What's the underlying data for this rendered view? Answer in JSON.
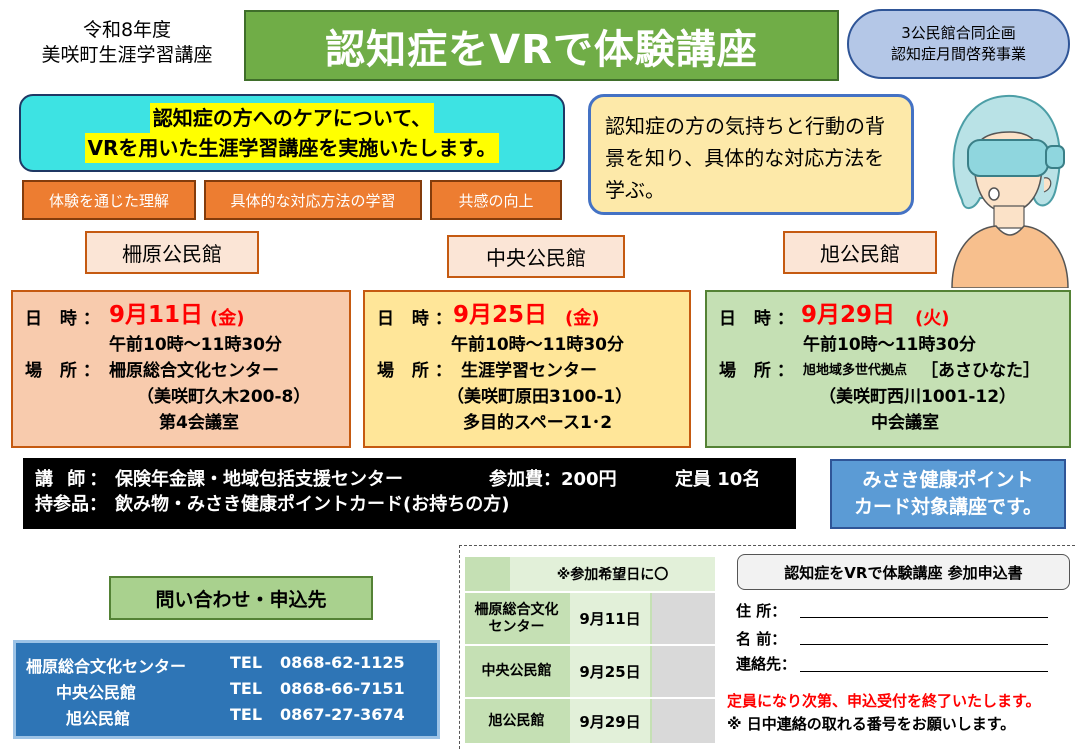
{
  "header": {
    "org_line1": "令和8年度",
    "org_line2": "美咲町生涯学習講座",
    "title": "認知症をVRで体験講座",
    "badge_line1": "3公民館合同企画",
    "badge_line2": "認知症月間啓発事業"
  },
  "intro": {
    "line1": "認知症の方へのケアについて、",
    "line2": "VRを用いた生涯学習講座を実施いたします。"
  },
  "features": [
    "体験を通じた理解",
    "具体的な対応方法の学習",
    "共感の向上"
  ],
  "bubble": "認知症の方の気持ちと行動の背景を知り、具体的な対応方法を学ぶ。",
  "venues": [
    {
      "name": "柵原公民館",
      "date_label": "日 時：",
      "date": "9月11日",
      "weekday": "(金)",
      "time": "午前10時～11時30分",
      "place_label": "場 所：",
      "place": "柵原総合文化センター",
      "address": "（美咲町久木200-8）",
      "room": "第4会議室"
    },
    {
      "name": "中央公民館",
      "date_label": "日 時：",
      "date": "9月25日",
      "weekday": "(金)",
      "time": "午前10時～11時30分",
      "place_label": "場 所：",
      "place": "生涯学習センター",
      "address": "（美咲町原田3100-1）",
      "room": "多目的スペース1･2"
    },
    {
      "name": "旭公民館",
      "date_label": "日 時：",
      "date": "9月29日",
      "weekday": "(火)",
      "time": "午前10時～11時30分",
      "place_label": "場 所：",
      "place_prefix": "旭地域多世代拠点",
      "place": "［あさひなた］",
      "address": "（美咲町西川1001-12）",
      "room": "中会議室"
    }
  ],
  "info": {
    "lecturer_label": "講 師：",
    "lecturer": "保険年金課・地域包括支援センター",
    "fee": "参加費：200円",
    "capacity": "定員 10名",
    "bring_label": "持参品：",
    "bring": "飲み物・みさき健康ポイントカード(お持ちの方)"
  },
  "point": {
    "line1": "みさき健康ポイント",
    "line2": "カード対象講座です。"
  },
  "contact": {
    "title": "問い合わせ・申込先",
    "rows": [
      {
        "name": "柵原総合文化センター",
        "tel_label": "TEL",
        "tel": "0868-62-1125"
      },
      {
        "name": "中央公民館",
        "tel_label": "TEL",
        "tel": "0868-66-7151"
      },
      {
        "name": "旭公民館",
        "tel_label": "TEL",
        "tel": "0867-27-3674"
      }
    ]
  },
  "form_table": {
    "header": "※参加希望日に〇",
    "rows": [
      {
        "venue_line1": "柵原総合文化",
        "venue_line2": "センター",
        "date": "9月11日"
      },
      {
        "venue_line1": "中央公民館",
        "venue_line2": "",
        "date": "9月25日"
      },
      {
        "venue_line1": "旭公民館",
        "venue_line2": "",
        "date": "9月29日"
      }
    ]
  },
  "form": {
    "title": "認知症をVRで体験講座 参加申込書",
    "address_label": "住 所：",
    "name_label": "名 前：",
    "contact_label": "連絡先：",
    "notice_red": "定員になり次第、申込受付を終了いたします。",
    "notice": "※ 日中連絡の取れる番号をお願いします。"
  },
  "colors": {
    "title_green": "#70ad47",
    "accent_orange": "#ed7d31",
    "date_red": "#ff0000",
    "contact_blue": "#2e75b6"
  }
}
